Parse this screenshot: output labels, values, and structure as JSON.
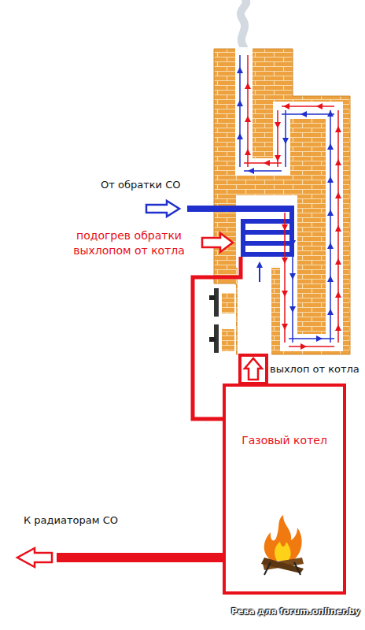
{
  "diagram": {
    "nodes": [
      {
        "text": [
          "Газовый котел"
        ]
      }
    ],
    "labels": [
      "От обратки СО",
      "подогрев обратки выхлопом от котла",
      "выхлоп от котла",
      "К радиаторам СО",
      "Рева для forum.onliner.by"
    ]
  }
}
